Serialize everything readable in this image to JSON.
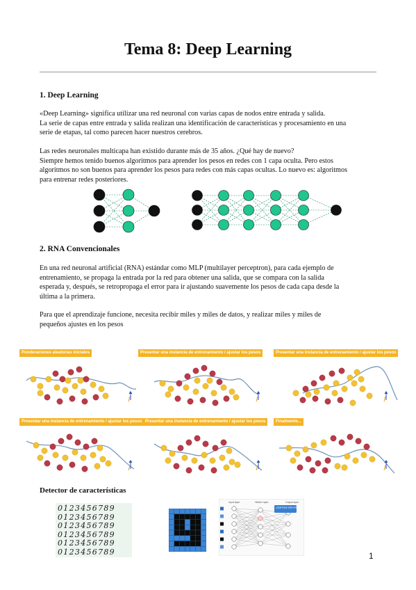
{
  "title": "Tema 8: Deep Learning",
  "section1": {
    "heading": "1.   Deep Learning",
    "para1": [
      "«Deep Learning» significa utilizar una red neuronal con varias capas de nodos entre entrada y salida.",
      "La serie de capas entre entrada y salida realizan una identificación de características y procesamiento en una",
      "serie de etapas, tal como parecen hacer nuestros cerebros."
    ],
    "para2": [
      "Las redes neuronales multicapa han existido durante más de 35 años. ¿Qué hay de nuevo?",
      "Siempre hemos tenido buenos algoritmos para aprender los pesos en redes con 1 capa oculta. Pero estos",
      "algoritmos no son buenos para aprender los pesos para redes con más capas ocultas. Lo nuevo es: algoritmos",
      "para entrenar redes posteriores."
    ]
  },
  "section2": {
    "heading": "2. RNA Convencionales",
    "para1": [
      "En una red neuronal artificial (RNA) estándar como MLP (multilayer perceptron), para cada ejemplo de",
      "entrenamiento, se propaga la entrada por la red para obtener una salida, que se compara con la salida",
      "esperada y, después, se retropropaga el error para ir ajustando suavemente los pesos de cada capa desde la",
      "última a la primera."
    ],
    "para2": [
      "Para que el aprendizaje funcione, necesita recibir miles y miles de datos, y realizar miles y miles de",
      "pequeños ajustes en los pesos"
    ]
  },
  "panels": [
    "Ponderaciones aleatorias iniciales",
    "Presentar una instancia de entrenamiento / ajustar los pesos",
    "Presentar una instancia de entrenamiento / ajustar los pesos",
    "Presentar una instancia de entrenamiento / ajustar los pesos",
    "Presentar una instancia de entrenamiento / ajustar los pesos",
    "Finalmente..."
  ],
  "detector": {
    "heading": "Detector de características",
    "digit_rows": [
      "0123456789",
      "0123456789",
      "0123456789",
      "0123456789",
      "0123456789",
      "0123456789"
    ],
    "network_labels": {
      "input": "Input layer",
      "hidden": "Hidden layer",
      "output": "Output layer",
      "question": "¿Qué hace esta unidad?"
    }
  },
  "page_number": "1",
  "colors": {
    "node_green": "#1fc68e",
    "node_black": "#111111",
    "red_dot": "#b93a48",
    "yellow_dot": "#f2c233",
    "curve": "#6f90b8",
    "label_bg": "#f5b324"
  }
}
